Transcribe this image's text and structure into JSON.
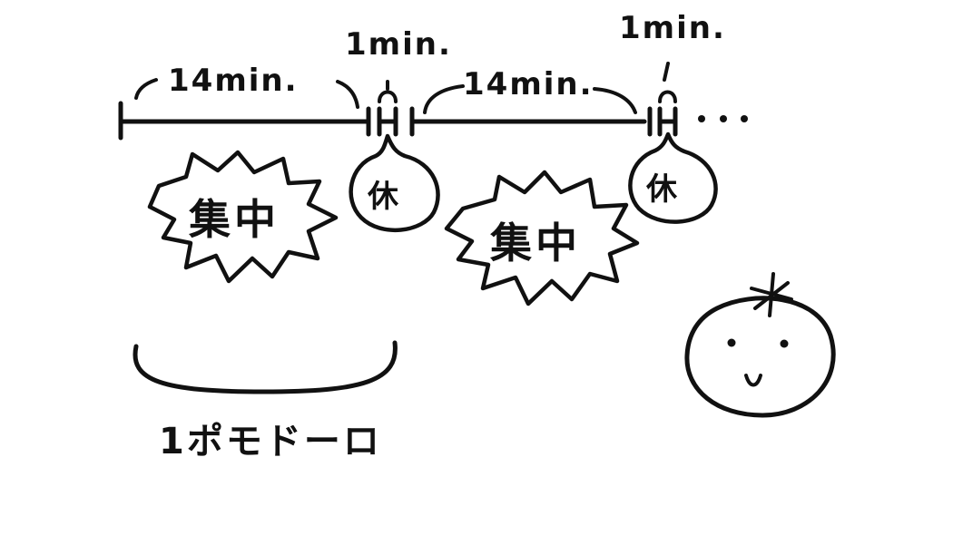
{
  "timeline": {
    "segments": [
      {
        "duration_label": "14min.",
        "activity_label": "集中"
      },
      {
        "duration_label": "1min.",
        "activity_label": "休"
      },
      {
        "duration_label": "14min.",
        "activity_label": "集中"
      },
      {
        "duration_label": "1min.",
        "activity_label": "休"
      }
    ],
    "continuation": "..."
  },
  "pomodoro_label": "1ポモドーロ",
  "colors": {
    "ink": "#111111",
    "background": "#ffffff"
  }
}
